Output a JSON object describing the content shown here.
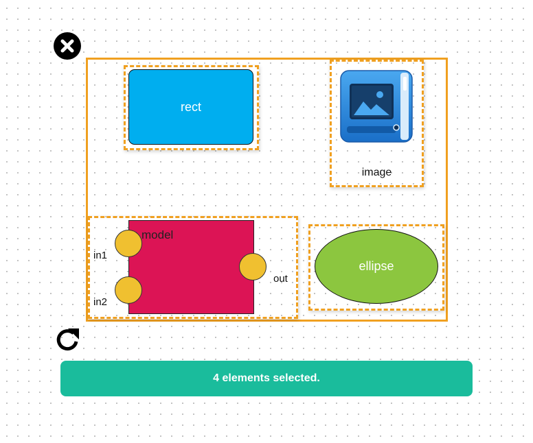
{
  "canvas": {
    "remove_icon": "close-icon",
    "rotate_icon": "rotate-icon"
  },
  "elements": {
    "rect": {
      "label": "rect",
      "fill": "#00aeef"
    },
    "image": {
      "label": "image",
      "icon": "image-icon"
    },
    "model": {
      "label": "model",
      "fill": "#dc1455",
      "port_fill": "#f0c030",
      "ports": {
        "in1": "in1",
        "in2": "in2",
        "out": "out"
      }
    },
    "ellipse": {
      "label": "ellipse",
      "fill": "#8cc63f"
    }
  },
  "selection": {
    "color": "#f0a020"
  },
  "status": {
    "message": "4 elements selected.",
    "color": "#1abc9c"
  }
}
